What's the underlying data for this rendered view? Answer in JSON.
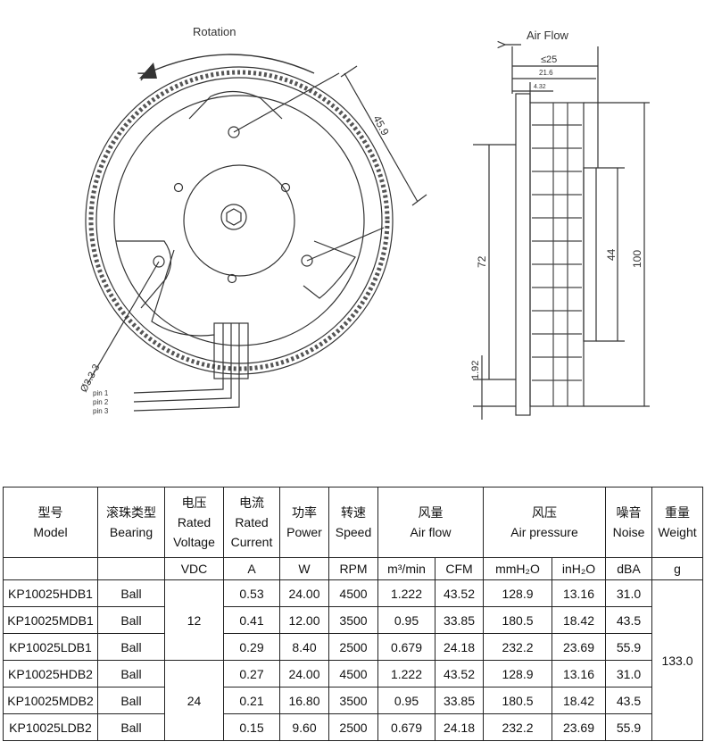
{
  "drawing": {
    "rotation_label": "Rotation",
    "airflow_label": "Air Flow",
    "dim_45_9": "45.9",
    "dim_hole": "Ø3.3-3",
    "pins": [
      "pin 1",
      "pin 2",
      "pin 3"
    ],
    "dim_25": "≤25",
    "dim_21_6": "21.6",
    "dim_4_32": "4.32",
    "dim_72": "72",
    "dim_44": "44",
    "dim_100": "100",
    "dim_1_92": "1.92"
  },
  "table": {
    "headers": {
      "model_cn": "型号",
      "model_en": "Model",
      "bearing_cn": "滚珠类型",
      "bearing_en": "Bearing",
      "voltage_cn": "电压",
      "voltage_en1": "Rated",
      "voltage_en2": "Voltage",
      "current_cn": "电流",
      "current_en1": "Rated",
      "current_en2": "Current",
      "power_cn": "功率",
      "power_en": "Power",
      "speed_cn": "转速",
      "speed_en": "Speed",
      "airflow_cn": "风量",
      "airflow_en": "Air flow",
      "pressure_cn": "风压",
      "pressure_en": "Air pressure",
      "noise_cn": "噪音",
      "noise_en": "Noise",
      "weight_cn": "重量",
      "weight_en": "Weight"
    },
    "units": {
      "voltage": "VDC",
      "current": "A",
      "power": "W",
      "speed": "RPM",
      "airflow_m3": "m³/min",
      "airflow_cfm": "CFM",
      "pressure_mm": "mmH₂O",
      "pressure_in": "inH₂O",
      "noise": "dBA",
      "weight": "g"
    },
    "voltage_groups": [
      "12",
      "24"
    ],
    "weight": "133.0",
    "rows": [
      {
        "model": "KP10025HDB1",
        "bearing": "Ball",
        "current": "0.53",
        "power": "24.00",
        "speed": "4500",
        "m3": "1.222",
        "cfm": "43.52",
        "mm": "128.9",
        "in": "13.16",
        "noise": "31.0"
      },
      {
        "model": "KP10025MDB1",
        "bearing": "Ball",
        "current": "0.41",
        "power": "12.00",
        "speed": "3500",
        "m3": "0.95",
        "cfm": "33.85",
        "mm": "180.5",
        "in": "18.42",
        "noise": "43.5"
      },
      {
        "model": "KP10025LDB1",
        "bearing": "Ball",
        "current": "0.29",
        "power": "8.40",
        "speed": "2500",
        "m3": "0.679",
        "cfm": "24.18",
        "mm": "232.2",
        "in": "23.69",
        "noise": "55.9"
      },
      {
        "model": "KP10025HDB2",
        "bearing": "Ball",
        "current": "0.27",
        "power": "24.00",
        "speed": "4500",
        "m3": "1.222",
        "cfm": "43.52",
        "mm": "128.9",
        "in": "13.16",
        "noise": "31.0"
      },
      {
        "model": "KP10025MDB2",
        "bearing": "Ball",
        "current": "0.21",
        "power": "16.80",
        "speed": "3500",
        "m3": "0.95",
        "cfm": "33.85",
        "mm": "180.5",
        "in": "18.42",
        "noise": "43.5"
      },
      {
        "model": "KP10025LDB2",
        "bearing": "Ball",
        "current": "0.15",
        "power": "9.60",
        "speed": "2500",
        "m3": "0.679",
        "cfm": "24.18",
        "mm": "232.2",
        "in": "23.69",
        "noise": "55.9"
      }
    ]
  }
}
